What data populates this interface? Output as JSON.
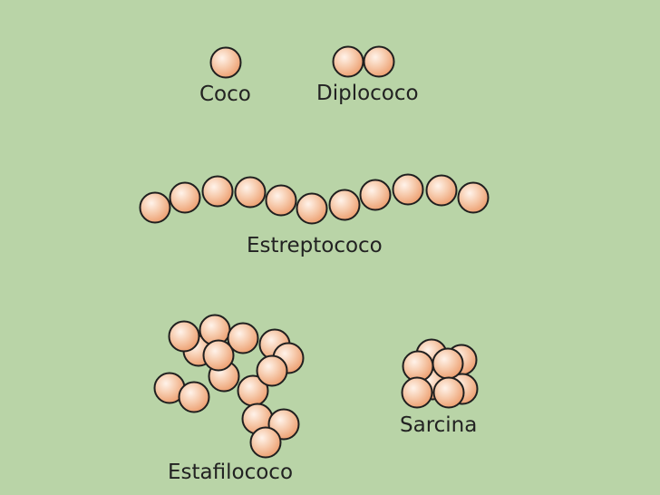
{
  "labels": {
    "coco": "Coco",
    "diplococo": "Diplococo",
    "estreptococo": "Estreptococo",
    "estafilococo": "Estafilococo",
    "sarcina": "Sarcina"
  },
  "colors": {
    "background": "#b9d4a7",
    "cell_fill": "#f6c8a8",
    "cell_highlight": "#fde8d8",
    "cell_shadow": "#e99a68",
    "cell_outline": "#1f1f1f",
    "text": "#222222"
  }
}
